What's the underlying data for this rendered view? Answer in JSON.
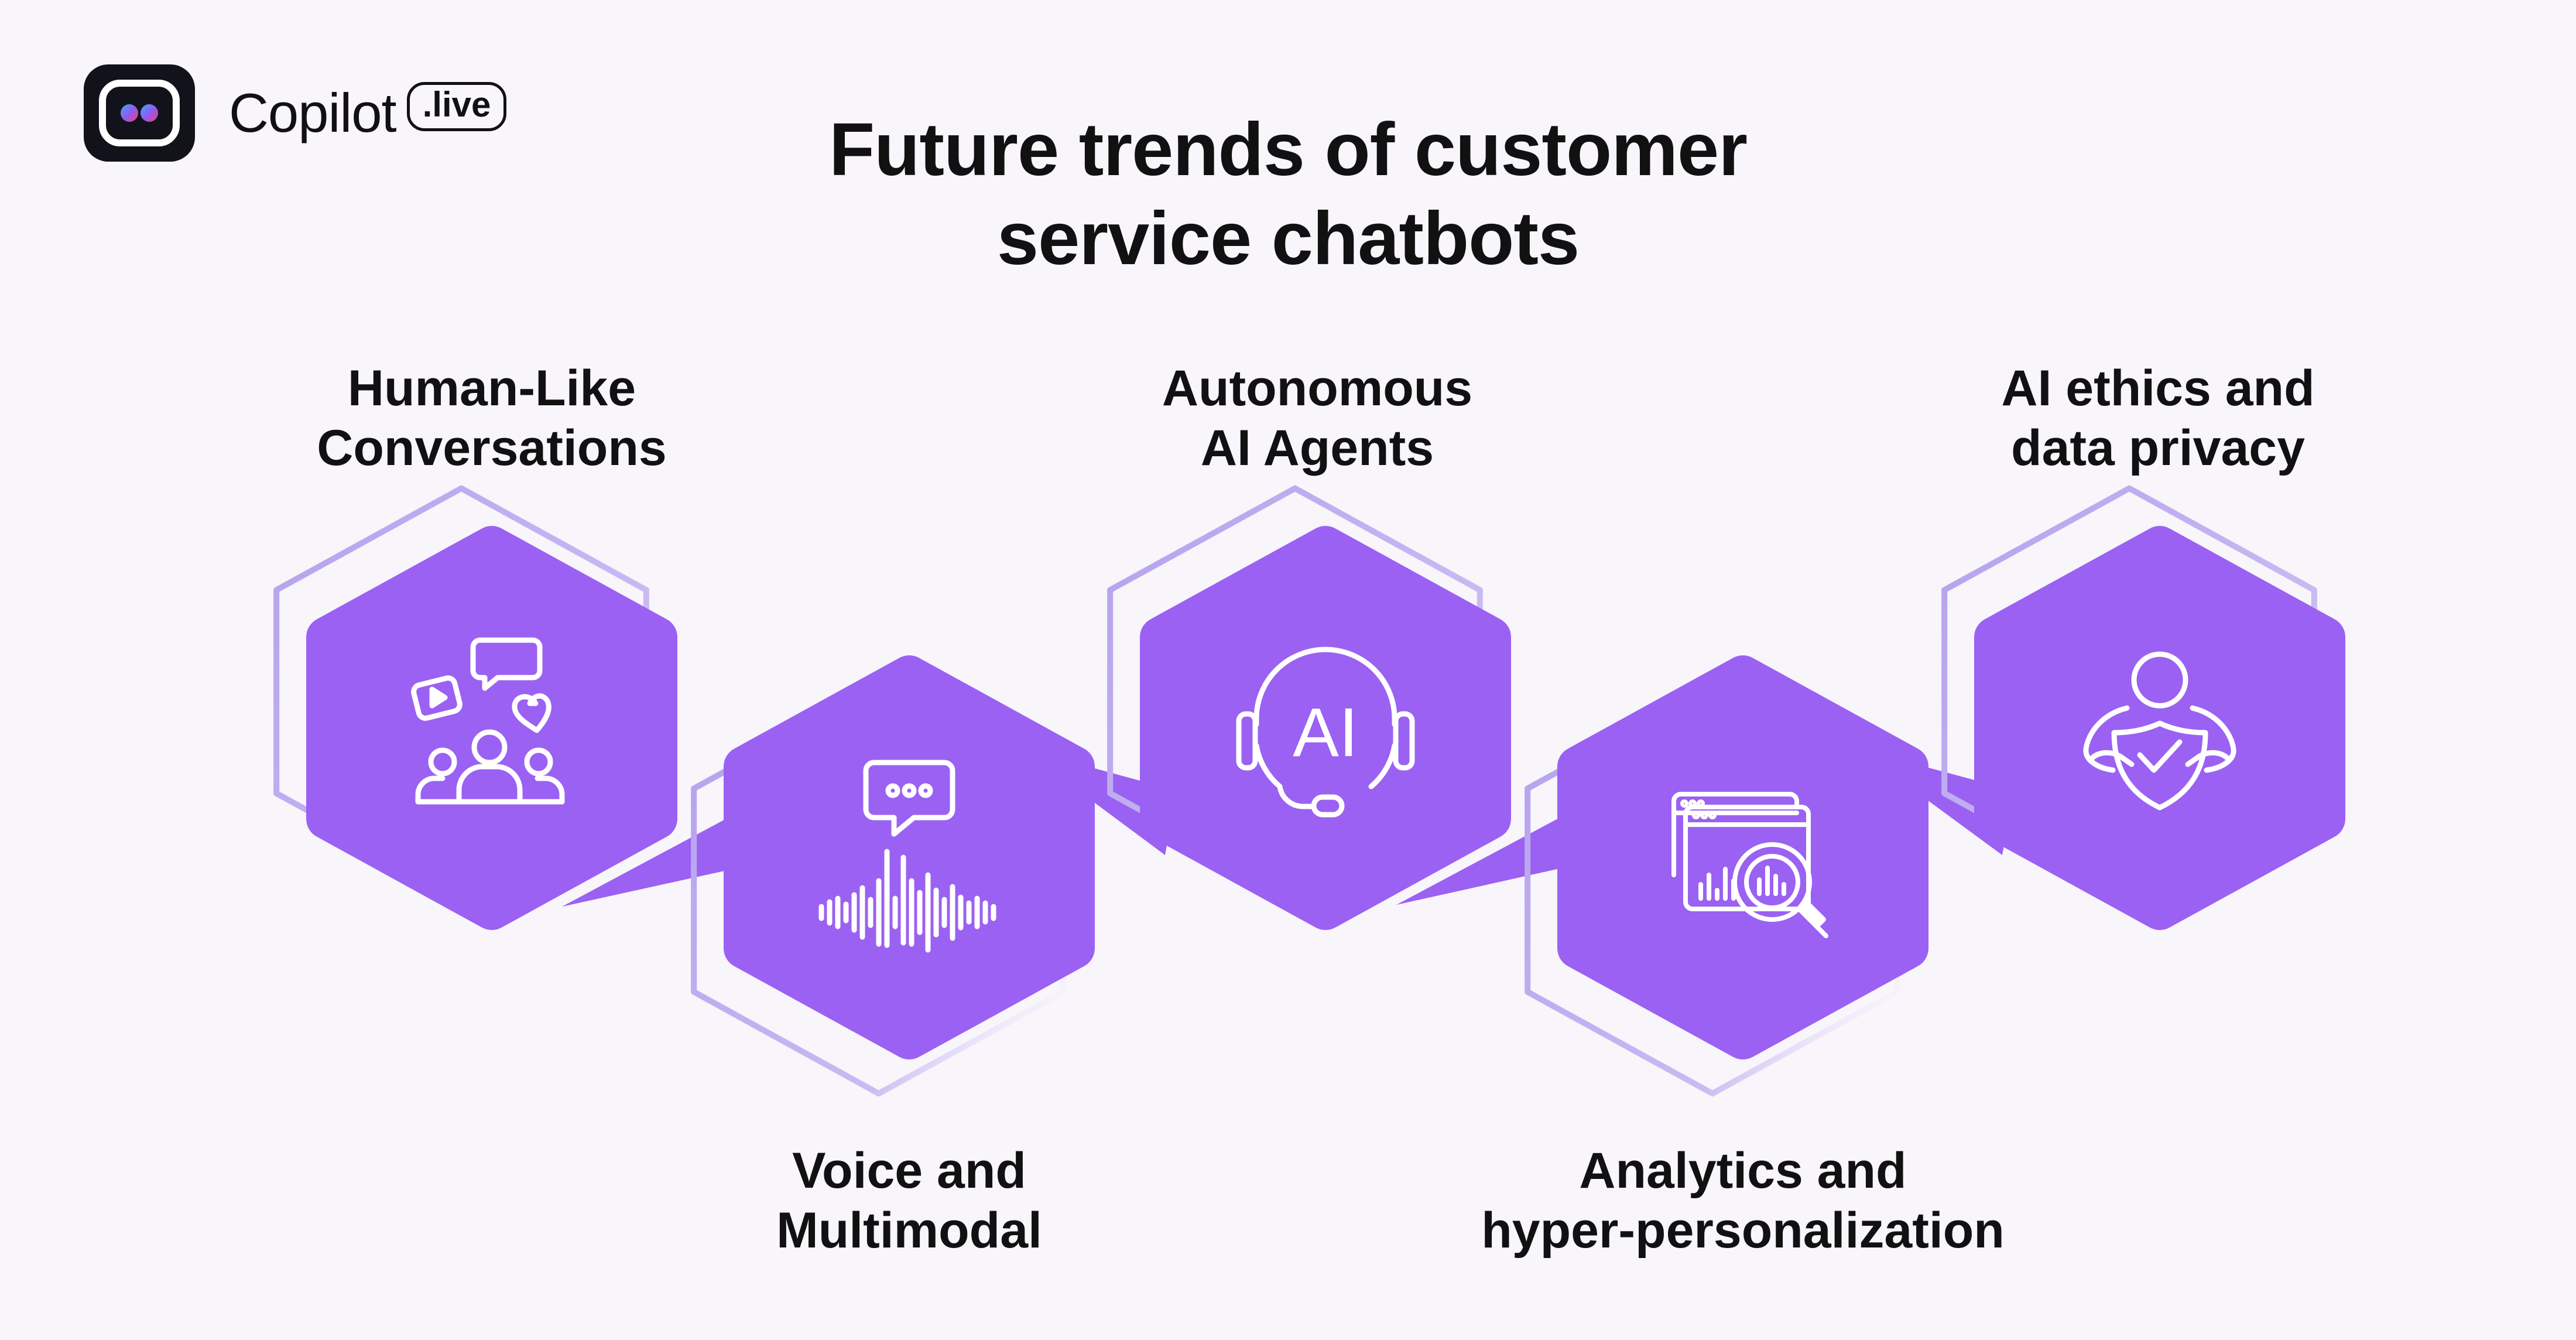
{
  "brand": {
    "name": "Copilot",
    "badge": ".live",
    "logo_icon": "copilot-eyes-icon"
  },
  "title": {
    "line1": "Future trends of customer",
    "line2": "service chatbots"
  },
  "colors": {
    "hex_fill": "#9B61F2",
    "hex_outline": "#B7A3EE",
    "background": "#F8F5FB",
    "icon_stroke": "#FFFFFF",
    "text": "#111111"
  },
  "trends": [
    {
      "id": "human-like-conversations",
      "line1": "Human-Like",
      "line2": "Conversations",
      "icon": "social-chat-icon"
    },
    {
      "id": "voice-and-multimodal",
      "line1": "Voice and",
      "line2": "Multimodal",
      "icon": "voice-wave-icon"
    },
    {
      "id": "autonomous-ai-agents",
      "line1": "Autonomous",
      "line2": "AI Agents",
      "icon": "ai-headset-icon"
    },
    {
      "id": "analytics-hyper-personalization",
      "line1": "Analytics and",
      "line2": "hyper-personalization",
      "icon": "analytics-search-icon"
    },
    {
      "id": "ai-ethics-data-privacy",
      "line1": "AI ethics and",
      "line2": "data privacy",
      "icon": "privacy-shield-icon"
    }
  ]
}
